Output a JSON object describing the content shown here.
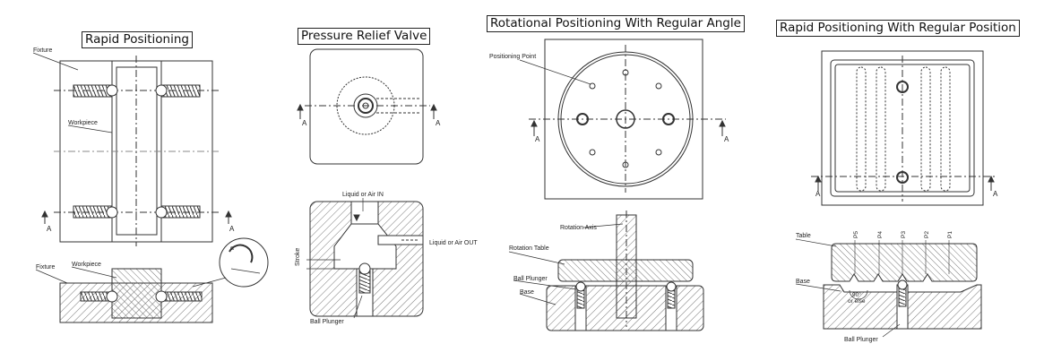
{
  "panels": {
    "rapid": {
      "title": "Rapid Positioning",
      "labels": {
        "fixture_top": "Fixture",
        "workpiece_top": "Workpiece",
        "fixture_bottom": "Fixture",
        "workpiece_bottom": "Workpiece",
        "section_mark": "A"
      }
    },
    "relief": {
      "title": "Pressure Relief Valve",
      "labels": {
        "liquid_in": "Liquid or Air IN",
        "liquid_out": "Liquid or Air OUT",
        "stroke": "Stroke",
        "ball_plunger": "Ball Plunger",
        "section_mark": "A"
      }
    },
    "rotational": {
      "title": "Rotational Positioning With Regular Angle",
      "labels": {
        "positioning_point": "Positioning Point",
        "rotation_axis": "Rotation Axis",
        "rotation_table": "Rotation Table",
        "ball_plunger": "Ball Plunger",
        "base": "Base",
        "section_mark": "A"
      }
    },
    "regular": {
      "title": "Rapid Positioning With Regular Position",
      "labels": {
        "table": "Table",
        "base": "Base",
        "angle": "90°",
        "or_else": "or else",
        "ball_plunger": "Ball Plunger",
        "section_mark": "A"
      },
      "positions": [
        "P5",
        "P4",
        "P3",
        "P2",
        "P1"
      ]
    }
  }
}
